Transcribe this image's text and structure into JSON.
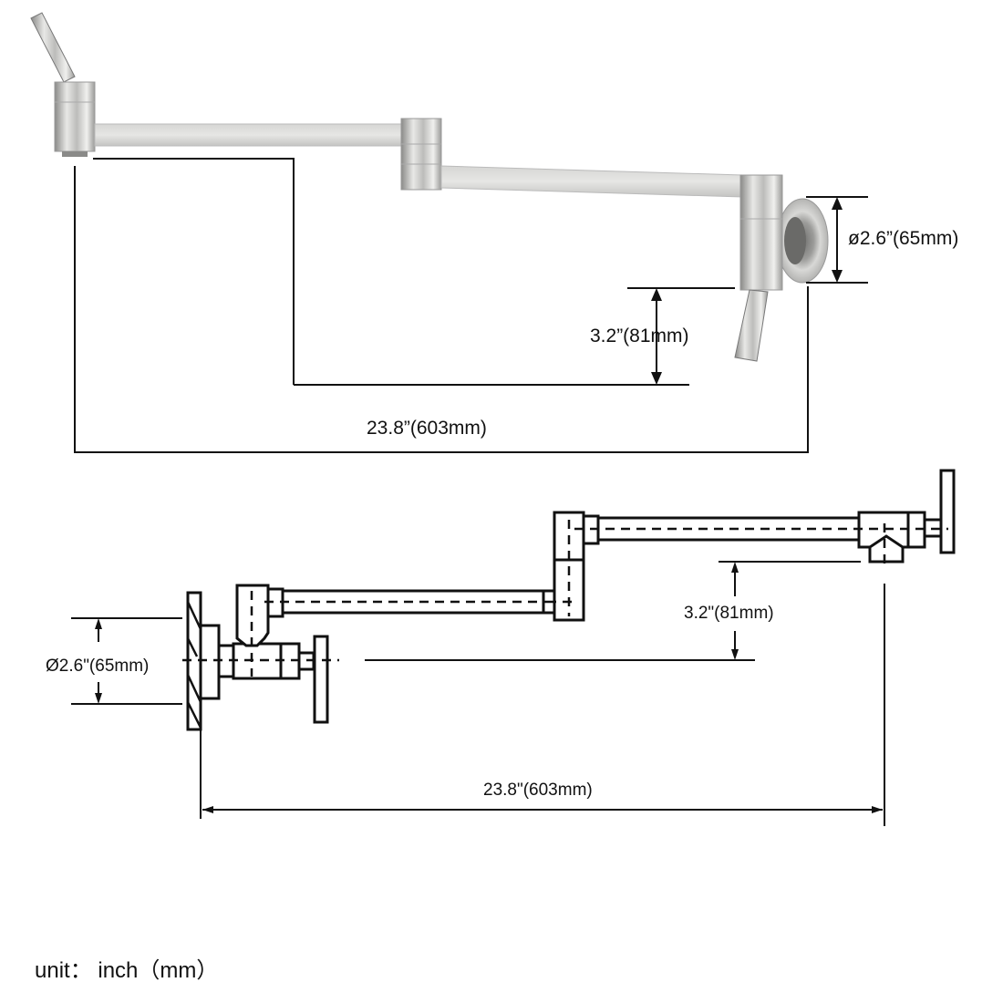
{
  "product_photo": {
    "dimensions": {
      "diameter": "ø2.6”(65mm)",
      "height": "3.2”(81mm)",
      "length": "23.8”(603mm)"
    }
  },
  "technical_drawing": {
    "dimensions": {
      "diameter": "Ø2.6\"(65mm)",
      "height": "3.2\"(81mm)",
      "length": "23.8\"(603mm)"
    }
  },
  "footer": {
    "unit_note": "unit： inch（mm）"
  },
  "colors": {
    "line": "#111111",
    "steel_light": "#e4e4e2",
    "steel_mid": "#bdbdbb",
    "steel_dark": "#8e8e8c"
  }
}
